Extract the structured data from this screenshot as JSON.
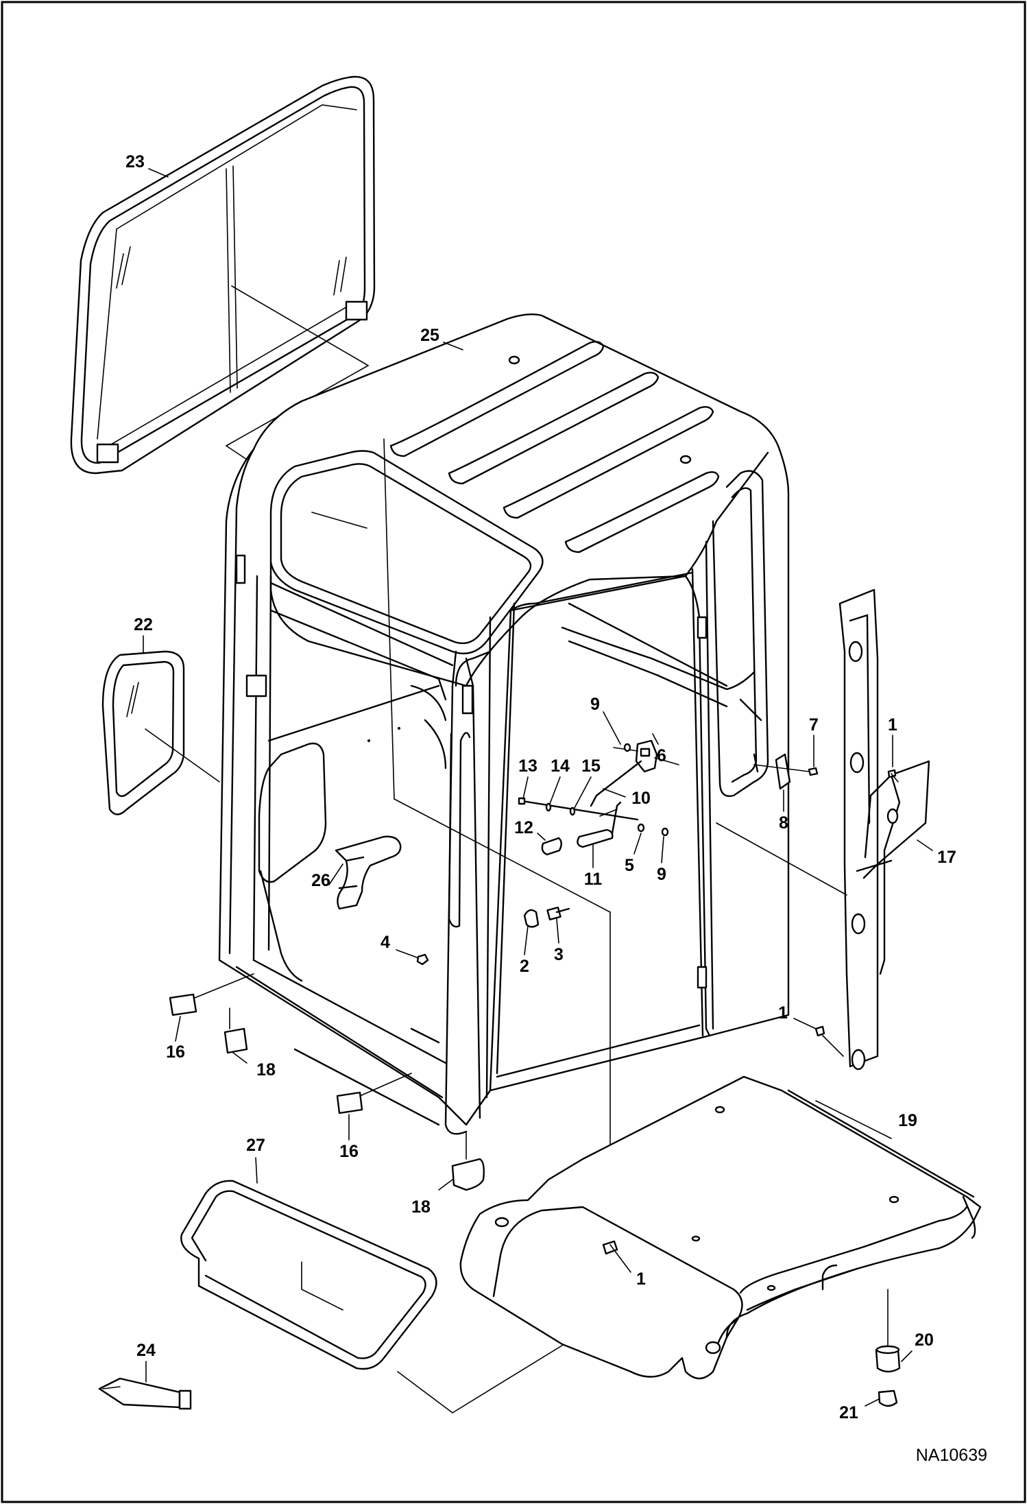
{
  "figure_ref": "NA10639",
  "callouts": {
    "c1a": "1",
    "c1b": "1",
    "c1c": "1",
    "c2": "2",
    "c3": "3",
    "c4": "4",
    "c5": "5",
    "c6": "6",
    "c7": "7",
    "c8": "8",
    "c9a": "9",
    "c9b": "9",
    "c10": "10",
    "c11": "11",
    "c12": "12",
    "c13": "13",
    "c14": "14",
    "c15": "15",
    "c16a": "16",
    "c16b": "16",
    "c17": "17",
    "c18a": "18",
    "c18b": "18",
    "c19": "19",
    "c20": "20",
    "c21": "21",
    "c22": "22",
    "c23": "23",
    "c24": "24",
    "c25": "25",
    "c26": "26",
    "c27": "27"
  }
}
